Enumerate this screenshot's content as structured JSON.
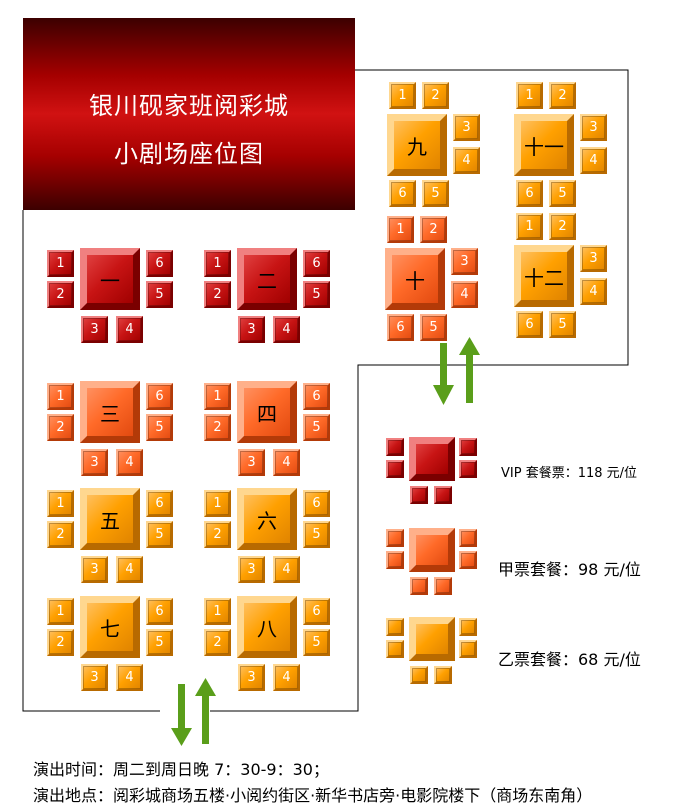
{
  "title": {
    "line1": "银川砚家班阅彩城",
    "line2": "小剧场座位图"
  },
  "colors": {
    "vip": "#c81414",
    "jia": "#ff6a28",
    "yi": "#ffa000",
    "arrow": "#5a9e1a",
    "wall": "#000000"
  },
  "tables": [
    {
      "id": "1",
      "label": "一",
      "tier": "vip"
    },
    {
      "id": "2",
      "label": "二",
      "tier": "vip"
    },
    {
      "id": "3",
      "label": "三",
      "tier": "jia"
    },
    {
      "id": "4",
      "label": "四",
      "tier": "jia"
    },
    {
      "id": "5",
      "label": "五",
      "tier": "yi"
    },
    {
      "id": "6",
      "label": "六",
      "tier": "yi"
    },
    {
      "id": "7",
      "label": "七",
      "tier": "yi"
    },
    {
      "id": "8",
      "label": "八",
      "tier": "yi"
    },
    {
      "id": "9",
      "label": "九",
      "tier": "yi"
    },
    {
      "id": "10",
      "label": "十",
      "tier": "jia"
    },
    {
      "id": "11",
      "label": "十一",
      "tier": "yi"
    },
    {
      "id": "12",
      "label": "十二",
      "tier": "yi"
    }
  ],
  "seat_numbers": [
    "1",
    "2",
    "3",
    "4",
    "5",
    "6"
  ],
  "legend": [
    {
      "tier": "vip",
      "text": "VIP 套餐票：118 元/位"
    },
    {
      "tier": "jia",
      "text": "甲票套餐：98 元/位"
    },
    {
      "tier": "yi",
      "text": "乙票套餐：68 元/位"
    }
  ],
  "footer": {
    "time": "演出时间：周二到周日晚 7：30-9：30；",
    "place": "演出地点：阅彩城商场五楼·小阅约街区·新华书店旁·电影院楼下（商场东南角）"
  },
  "icons": {
    "entrance_arrows": "up-down-arrows-icon"
  }
}
